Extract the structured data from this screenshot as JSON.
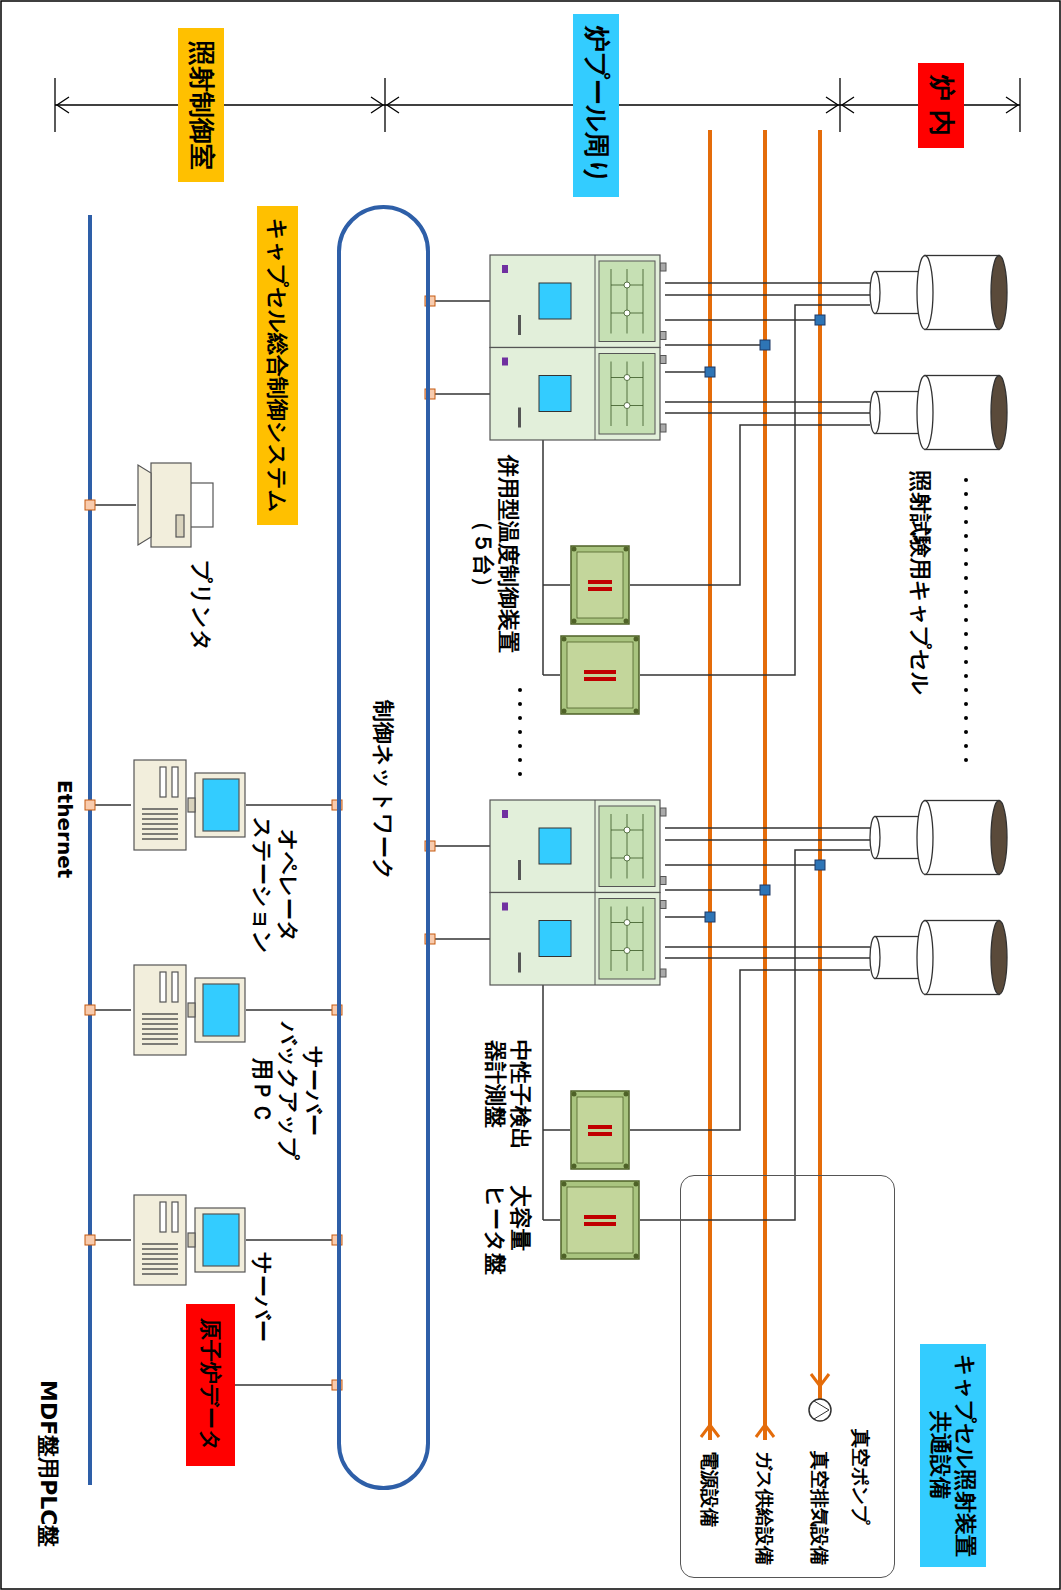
{
  "diagram": {
    "nodes": [
      {
        "text": [
          "照射制御室"
        ]
      },
      {
        "text": [
          "炉プール周り"
        ]
      },
      {
        "text": [
          "炉 内"
        ]
      },
      {
        "text": [
          "キャプセル総合制御システム"
        ]
      },
      {
        "text": [
          "原子炉データ"
        ]
      },
      {
        "text": [
          "キャプセル照射装置 共通設備"
        ]
      },
      {
        "text": [
          "電源設備",
          "ガス供給設備",
          "真空排気設備",
          "真空ポンプ"
        ]
      },
      {
        "text": [
          "制御ネットワーク"
        ]
      },
      {
        "text": [
          "サーバー"
        ]
      },
      {
        "text": [
          "サーバー バックアップ 用ＰＣ"
        ]
      },
      {
        "text": [
          "オペレータ ステーション"
        ]
      },
      {
        "text": [
          "プリンタ"
        ]
      },
      {
        "text": [
          "中性子検出 器計測盤"
        ]
      },
      {
        "text": [
          "大容量 ヒータ盤"
        ]
      }
    ],
    "edges": [
      {
        "from": 7,
        "to": 8,
        "arrow": "none"
      },
      {
        "from": 7,
        "to": 9,
        "arrow": "none"
      },
      {
        "from": 7,
        "to": 10,
        "arrow": "none"
      },
      {
        "from": 4,
        "to": 7,
        "arrow": "none"
      }
    ],
    "labels": [
      "Ethernet",
      "MDF盤用PLC盤",
      "併用型温度制御装置 （５台）",
      "照射試験用キャプセル"
    ]
  }
}
